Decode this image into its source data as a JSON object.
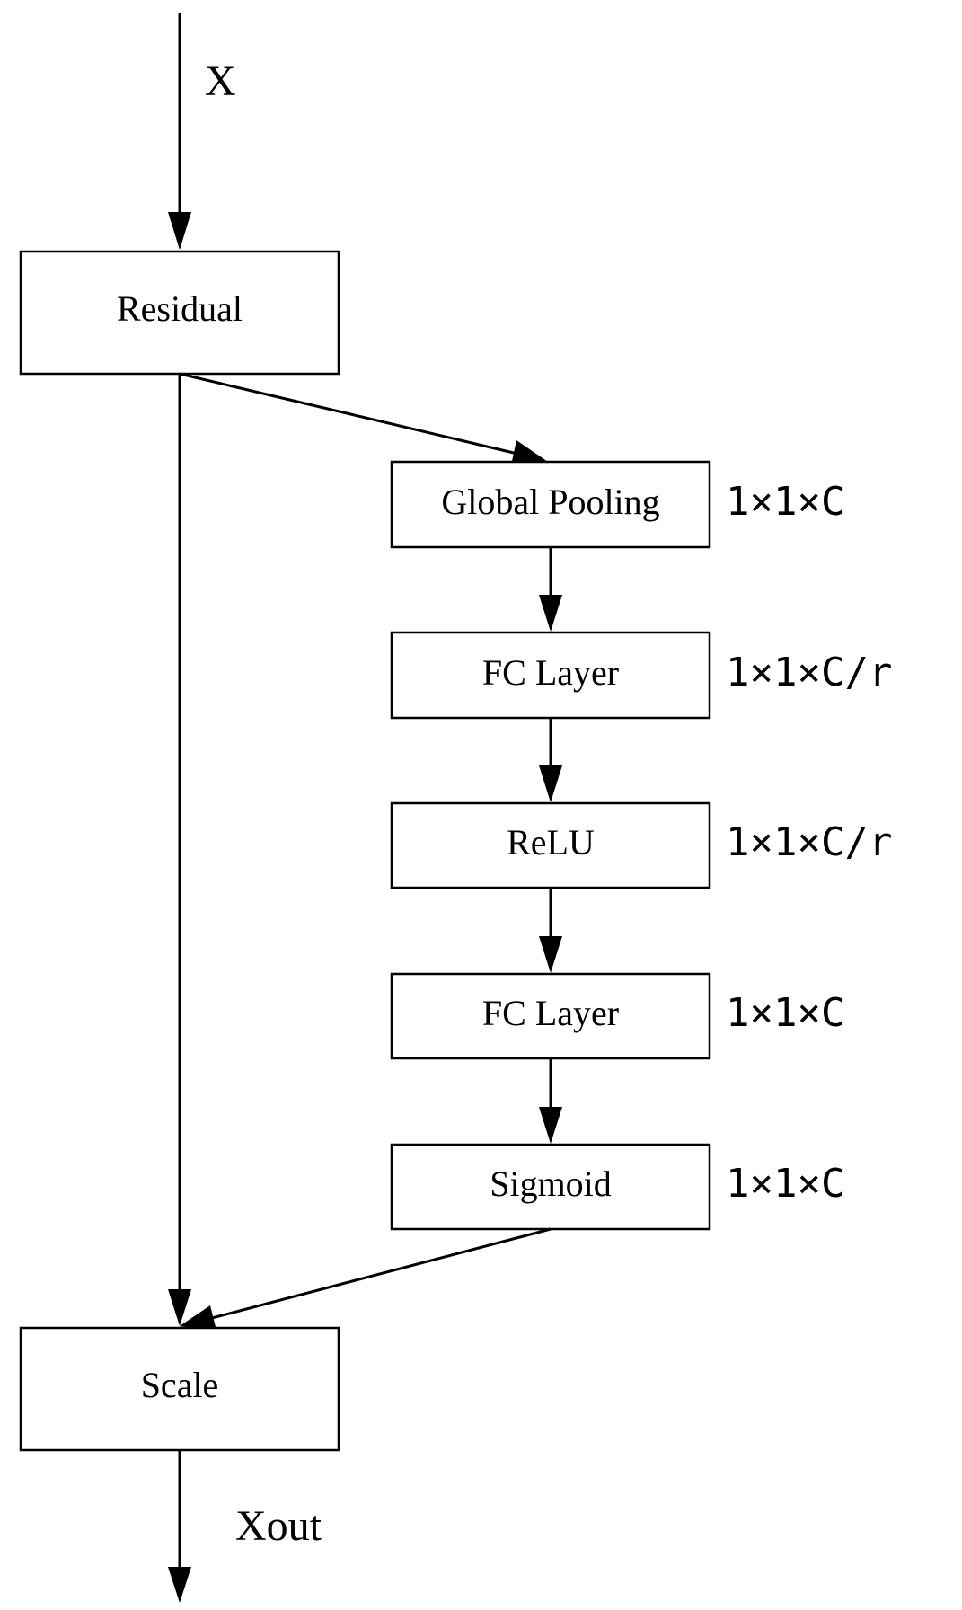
{
  "input_label": "X",
  "output_label": "Xout",
  "nodes": {
    "residual": "Residual",
    "global_pooling": "Global Pooling",
    "fc_layer_1": "FC Layer",
    "relu": "ReLU",
    "fc_layer_2": "FC Layer",
    "sigmoid": "Sigmoid",
    "scale": "Scale"
  },
  "dims": {
    "global_pooling": "1×1×C",
    "fc_layer_1": "1×1×C/r",
    "relu": "1×1×C/r",
    "fc_layer_2": "1×1×C",
    "sigmoid": "1×1×C"
  }
}
